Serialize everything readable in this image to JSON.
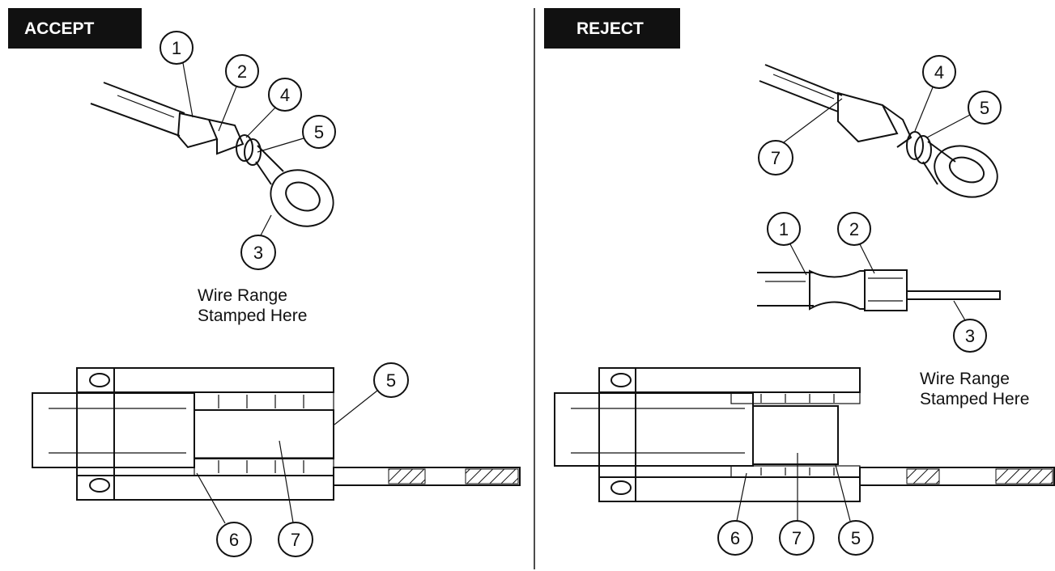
{
  "panels": {
    "accept": {
      "banner": "ACCEPT",
      "note_line1": "Wire Range",
      "note_line2": "Stamped Here",
      "top_callouts": [
        "1",
        "2",
        "4",
        "5",
        "3"
      ],
      "section_callouts": [
        "5",
        "6",
        "7"
      ]
    },
    "reject": {
      "banner": "REJECT",
      "note_line1": "Wire Range",
      "note_line2": "Stamped Here",
      "top_callouts": [
        "4",
        "5",
        "7"
      ],
      "side_callouts": [
        "1",
        "2",
        "3"
      ],
      "section_callouts": [
        "6",
        "7",
        "5"
      ]
    }
  },
  "colors": {
    "ink": "#111111",
    "banner_bg": "#111111",
    "banner_text": "#ffffff",
    "hatch": "#111111"
  }
}
